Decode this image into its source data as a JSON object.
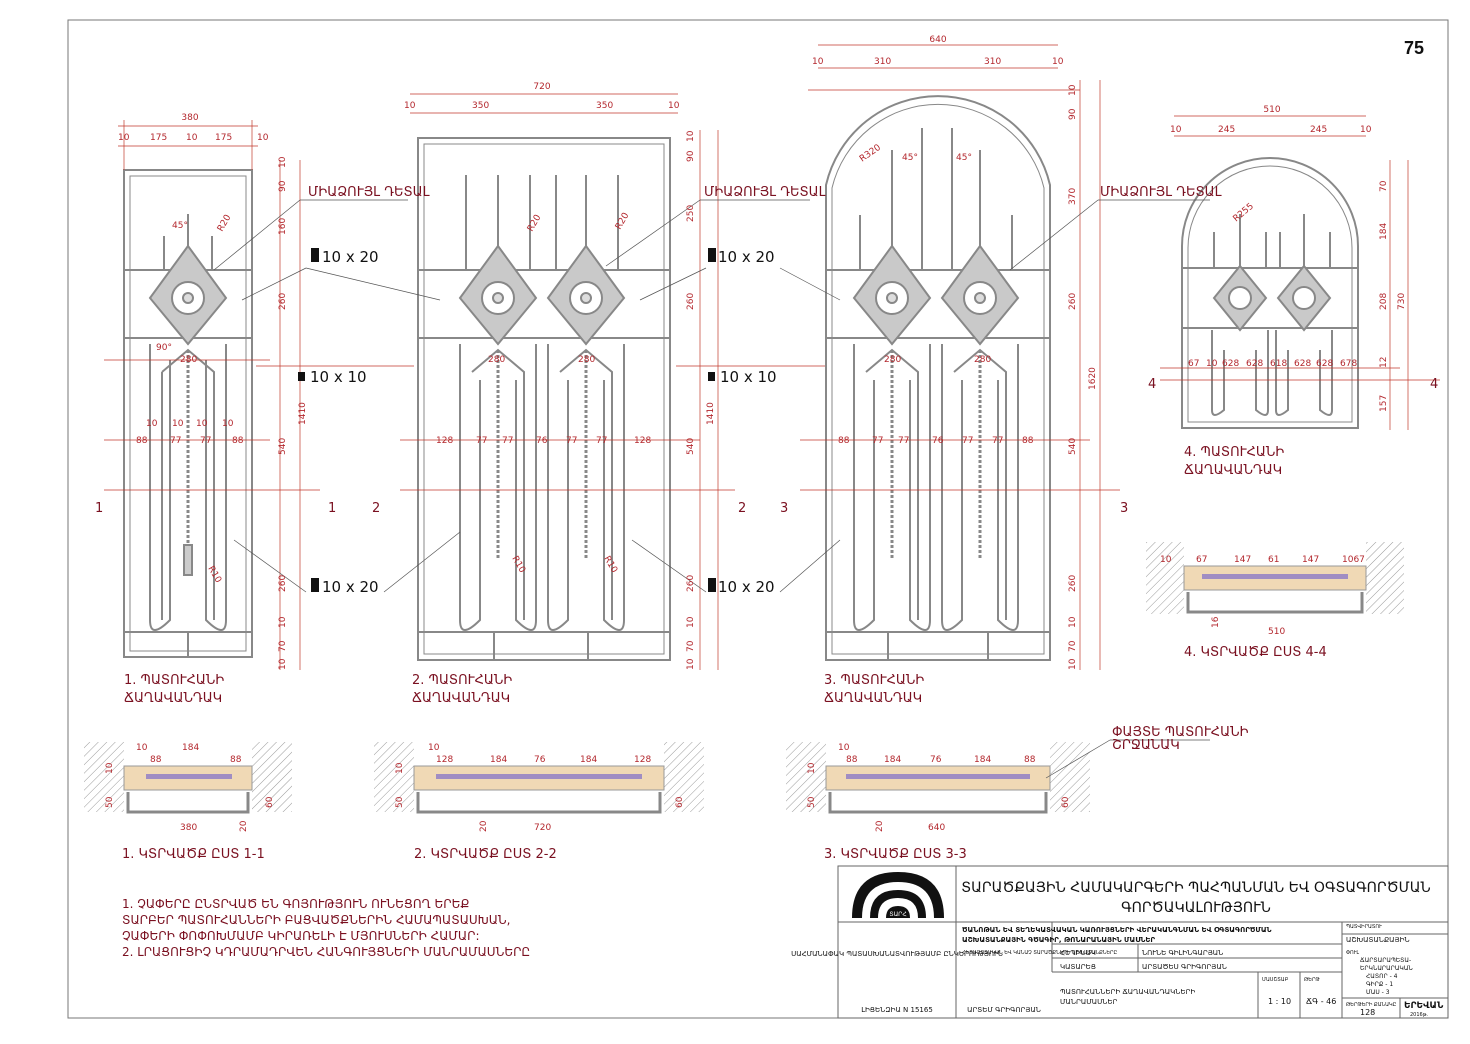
{
  "sheet_number": "75",
  "scale_marker": {
    "s1": "10 x 20",
    "s2": "10 x 10"
  },
  "leader_label": "ՄԻԱՁՈՒՅԼ ԴԵՏԱԼ",
  "window1": {
    "title1": "1. ՊԱՏՈՒՀԱՆԻ",
    "title2": "ՃԱՂԱՎԱՆԴԱԿ",
    "overall_width": "380",
    "top_dims": [
      "10",
      "175",
      "10",
      "175",
      "10"
    ],
    "v_dims": [
      "10",
      "90",
      "160",
      "260",
      "540",
      "260",
      "10",
      "70",
      "10"
    ],
    "total_h": "1410",
    "mid_dims": [
      "10",
      "10",
      "10",
      "10",
      "88",
      "77",
      "77",
      "88"
    ],
    "radii": [
      "R20",
      "R10"
    ],
    "angles": [
      "45°",
      "90°"
    ],
    "node": "280",
    "section_marks": [
      "1",
      "1"
    ]
  },
  "window2": {
    "title1": "2. ՊԱՏՈՒՀԱՆԻ",
    "title2": "ՃԱՂԱՎԱՆԴԱԿ",
    "overall_width": "720",
    "top_dims": [
      "10",
      "350",
      "350",
      "10"
    ],
    "v_dims": [
      "10",
      "90",
      "250",
      "260",
      "540",
      "260",
      "10",
      "70",
      "10"
    ],
    "total_h": "1410",
    "mid_dims": [
      "128",
      "77",
      "77",
      "76",
      "77",
      "77",
      "128"
    ],
    "radii": [
      "R20",
      "R20",
      "R10",
      "R10"
    ],
    "node": "280",
    "section_marks": [
      "2",
      "2"
    ]
  },
  "window3": {
    "title1": "3. ՊԱՏՈՒՀԱՆԻ",
    "title2": "ՃԱՂԱՎԱՆԴԱԿ",
    "overall_width": "640",
    "top_dims": [
      "10",
      "310",
      "310",
      "10"
    ],
    "v_dims": [
      "10",
      "90",
      "370",
      "260",
      "540",
      "260",
      "10",
      "70",
      "10"
    ],
    "total_h": "1620",
    "mid_dims": [
      "88",
      "77",
      "77",
      "76",
      "77",
      "77",
      "88"
    ],
    "radii": [
      "R320"
    ],
    "angles": [
      "45°",
      "45°"
    ],
    "node": "280",
    "section_marks": [
      "3",
      "3"
    ]
  },
  "window4": {
    "title1": "4. ՊԱՏՈՒՀԱՆԻ",
    "title2": "ՃԱՂԱՎԱՆԴԱԿ",
    "overall_width": "510",
    "top_dims": [
      "10",
      "245",
      "245",
      "10"
    ],
    "v_dims": [
      "70",
      "184",
      "208",
      "12",
      "157"
    ],
    "total_h": "730",
    "mid_dims": [
      "67",
      "10",
      "628",
      "628",
      "618",
      "628",
      "628",
      "678"
    ],
    "radii": [
      "R255"
    ],
    "section_marks": [
      "4",
      "4"
    ]
  },
  "sections": [
    {
      "title": "1. ԿՏՐՎԱԾՔ ԸՍՏ 1-1",
      "top": [
        "10",
        "88",
        "184",
        "88"
      ],
      "bottom": [
        "380",
        "20"
      ],
      "side": [
        "10",
        "50",
        "60"
      ]
    },
    {
      "title": "2. ԿՏՐՎԱԾՔ ԸՍՏ 2-2",
      "top": [
        "10",
        "128",
        "184",
        "76",
        "184",
        "128"
      ],
      "bottom": [
        "720",
        "20"
      ],
      "side": [
        "10",
        "50",
        "60"
      ]
    },
    {
      "title": "3. ԿՏՐՎԱԾՔ ԸՍՏ 3-3",
      "top": [
        "10",
        "88",
        "184",
        "76",
        "184",
        "88"
      ],
      "bottom": [
        "640",
        "20"
      ],
      "side": [
        "10",
        "50",
        "60"
      ]
    },
    {
      "title": "4. ԿՏՐՎԱԾՔ ԸՍՏ 4-4",
      "top": [
        "10",
        "67",
        "147",
        "61",
        "147",
        "1067"
      ],
      "bottom": [
        "510",
        "16"
      ],
      "side": []
    }
  ],
  "section3_leader": {
    "l1": "ՓԱՅՏԵ ՊԱՏՈՒՀԱՆԻ",
    "l2": "ՇՐՋԱՆԱԿ"
  },
  "notes": [
    "1. ՉԱՓԵՐԸ ԸՆՏՐՎԱԾ ԵՆ ԳՈՅՈՒԹՅՈՒՆ ՈՒՆԵՑՈՂ ԵՐԵՔ",
    "ՏԱՐԲԵՐ ՊԱՏՈՒՀԱՆՆԵՐԻ ԲԱՑՎԱԾՔՆԵՐԻՆ ՀԱՄԱՊԱՏԱՍԽԱՆ,",
    "ՉԱՓԵՐԻ ՓՈՓՈԽՄԱՄԲ ԿԻՐԱՌԵԼԻ Է ՄՅՈՒՍՆԵՐԻ ՀԱՄԱՐ:",
    "2. ԼՐԱՑՈՒՑԻՉ ԿԴՐԱՄԱԴՐՎԵՆ ՀԱՆԳՈՒՅՑՆԵՐԻ ՄԱՆՐԱՄԱՍՆԵՐԸ"
  ],
  "title_block": {
    "org_title_1": "ՏԱՐԱԾՔԱՅԻՆ ՀԱՄԱԿԱՐԳԵՐԻ ՊԱՀՊԱՆՄԱՆ ԵՎ ՕԳՏԱԳՈՐԾՄԱՆ",
    "org_title_2": "ԳՈՐԾԱԿԱԼՈՒԹՅՈՒՆ",
    "logo_text": "ՏԱՐՀ",
    "license_org": "ՍԱՀՄԱՆԱՓԱԿ ՊԱՏԱՍԽԱՆԱՏՎՈՒԹՅԱՄԲ ԸՆԿԵՐՈՒԹՅՈՒՆ",
    "license": "ԼԻՑԵՆԶԻԱ N 15165",
    "author": "ԱՐՏԵՄ ԳՐԻԳՈՐՅԱՆ",
    "project_1": "ԾԱՆՈԹԱՆ ԵՎ ՏԵՂԵԿԱՏՎԱԿԱՆ ԿԱՌՈՒՅՑՆԵՐԻ ՎԵՐԱԿԱՆԳՆՄԱՆ ԵՎ ՕԳՏԱԳՈՐԾՄԱՆ",
    "project_2": "ԱՇԽԱՏԱՆՔԱՅԻՆ ԳԾԱԳԻՐ, ԹՈՆԱՐԱՆԱՅԻՆ ՄԱՍՆԵՐ",
    "cell_a": "ՀԵՂԻՆԱԿ",
    "cell_a_val": "ՆՈՒՆԵ ԳԻԼԻՆԳԱՐՅԱՆ",
    "cell_b": "ԿԱՏԱՐԵՑ",
    "cell_b_val": "ԱՐՏԱԾԵՍ ԳՐԻԳՈՐՅԱՆ",
    "cell_desc": "ՀԵՏԱԶՈՏԱԿԱՆ ԵՎ ԿԱՆԱՉ ՏԱՐԱԾՔՆԵՐԻ ԱՇԽԱՏԱՆՔՆԵՐԸ",
    "drawing_name_1": "ՊԱՏՈՒՀԱՆՆԵՐԻ ՃԱՂԱՎԱՆԴԱԿՆԵՐԻ",
    "drawing_name_2": "ՄԱՆՐԱՄԱՍՆԵՐ",
    "stage_label": "ՓՈՒԼ",
    "stage": "ԱՇԽԱՏԱՆՔԱՅԻՆ",
    "stage_sub_1": "ՃԱՐՏԱՐԱՊԵՏԱ-",
    "stage_sub_2": "ԵՐԿՆԱՐԱՐԱԿԱՆ",
    "stage_sub_3": "ՀԱՏՈՐ - 4",
    "stage_sub_4": "ԳԻՐՔ - 1",
    "stage_sub_5": "ՄԱՍ - 3",
    "scale": "1 : 10",
    "sheet_code": "ՃԳ - 46",
    "sheet_count": "128",
    "city": "ԵՐԵՎԱՆ",
    "year": "2016թ.",
    "small_1": "ՄԱՍՇՏԱԲ",
    "small_2": "ԹԵՐԹ",
    "small_3": "ԹԵՐԹԵՐԻ ՔԱՆԱԿԸ",
    "small_4": "ՊԱՏՎԻՐԱՏՈՒ"
  },
  "colors": {
    "ink": "#8a8a8a",
    "dim": "#c0392b",
    "fill": "#c9c9c9",
    "text_red": "#7a1020",
    "hatch": "#f0d9b5",
    "glass": "#6a5acd"
  }
}
